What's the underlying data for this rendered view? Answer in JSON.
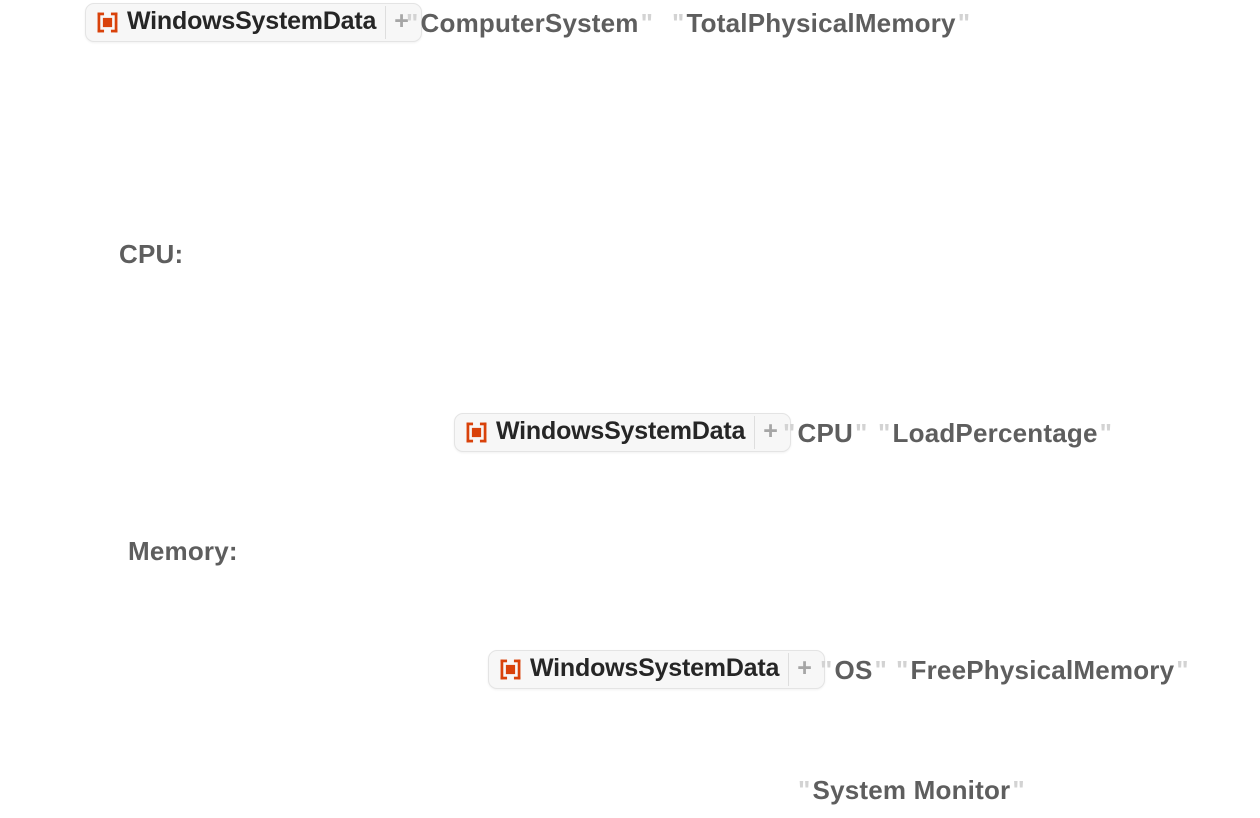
{
  "app": {
    "description": "Wolfram notebook input showing WindowsSystemData resource function calls",
    "background": "#ffffff"
  },
  "colors": {
    "accent_orange": "#d9420b",
    "badge_background": "#f7f7f7",
    "badge_border": "#e4e4e4",
    "badge_text": "#262626",
    "plus_gray": "#a6a6a6",
    "divider_gray": "#dedede",
    "string_gray": "#5e5e5e",
    "quote_gray": "#d3d3d3"
  },
  "badge": {
    "label": "WindowsSystemData",
    "expander": "+",
    "icon": "resource-function-bracket-icon"
  },
  "code": {
    "quote_char": "\"",
    "row1": {
      "arg1": "ComputerSystem",
      "arg2": "TotalPhysicalMemory"
    },
    "cpu_label": "CPU:",
    "row2": {
      "arg1": "CPU",
      "arg2": "LoadPercentage"
    },
    "memory_label": "Memory:",
    "row3": {
      "arg1": "OS",
      "arg2": "FreePhysicalMemory"
    },
    "footer_label": "System Monitor"
  }
}
